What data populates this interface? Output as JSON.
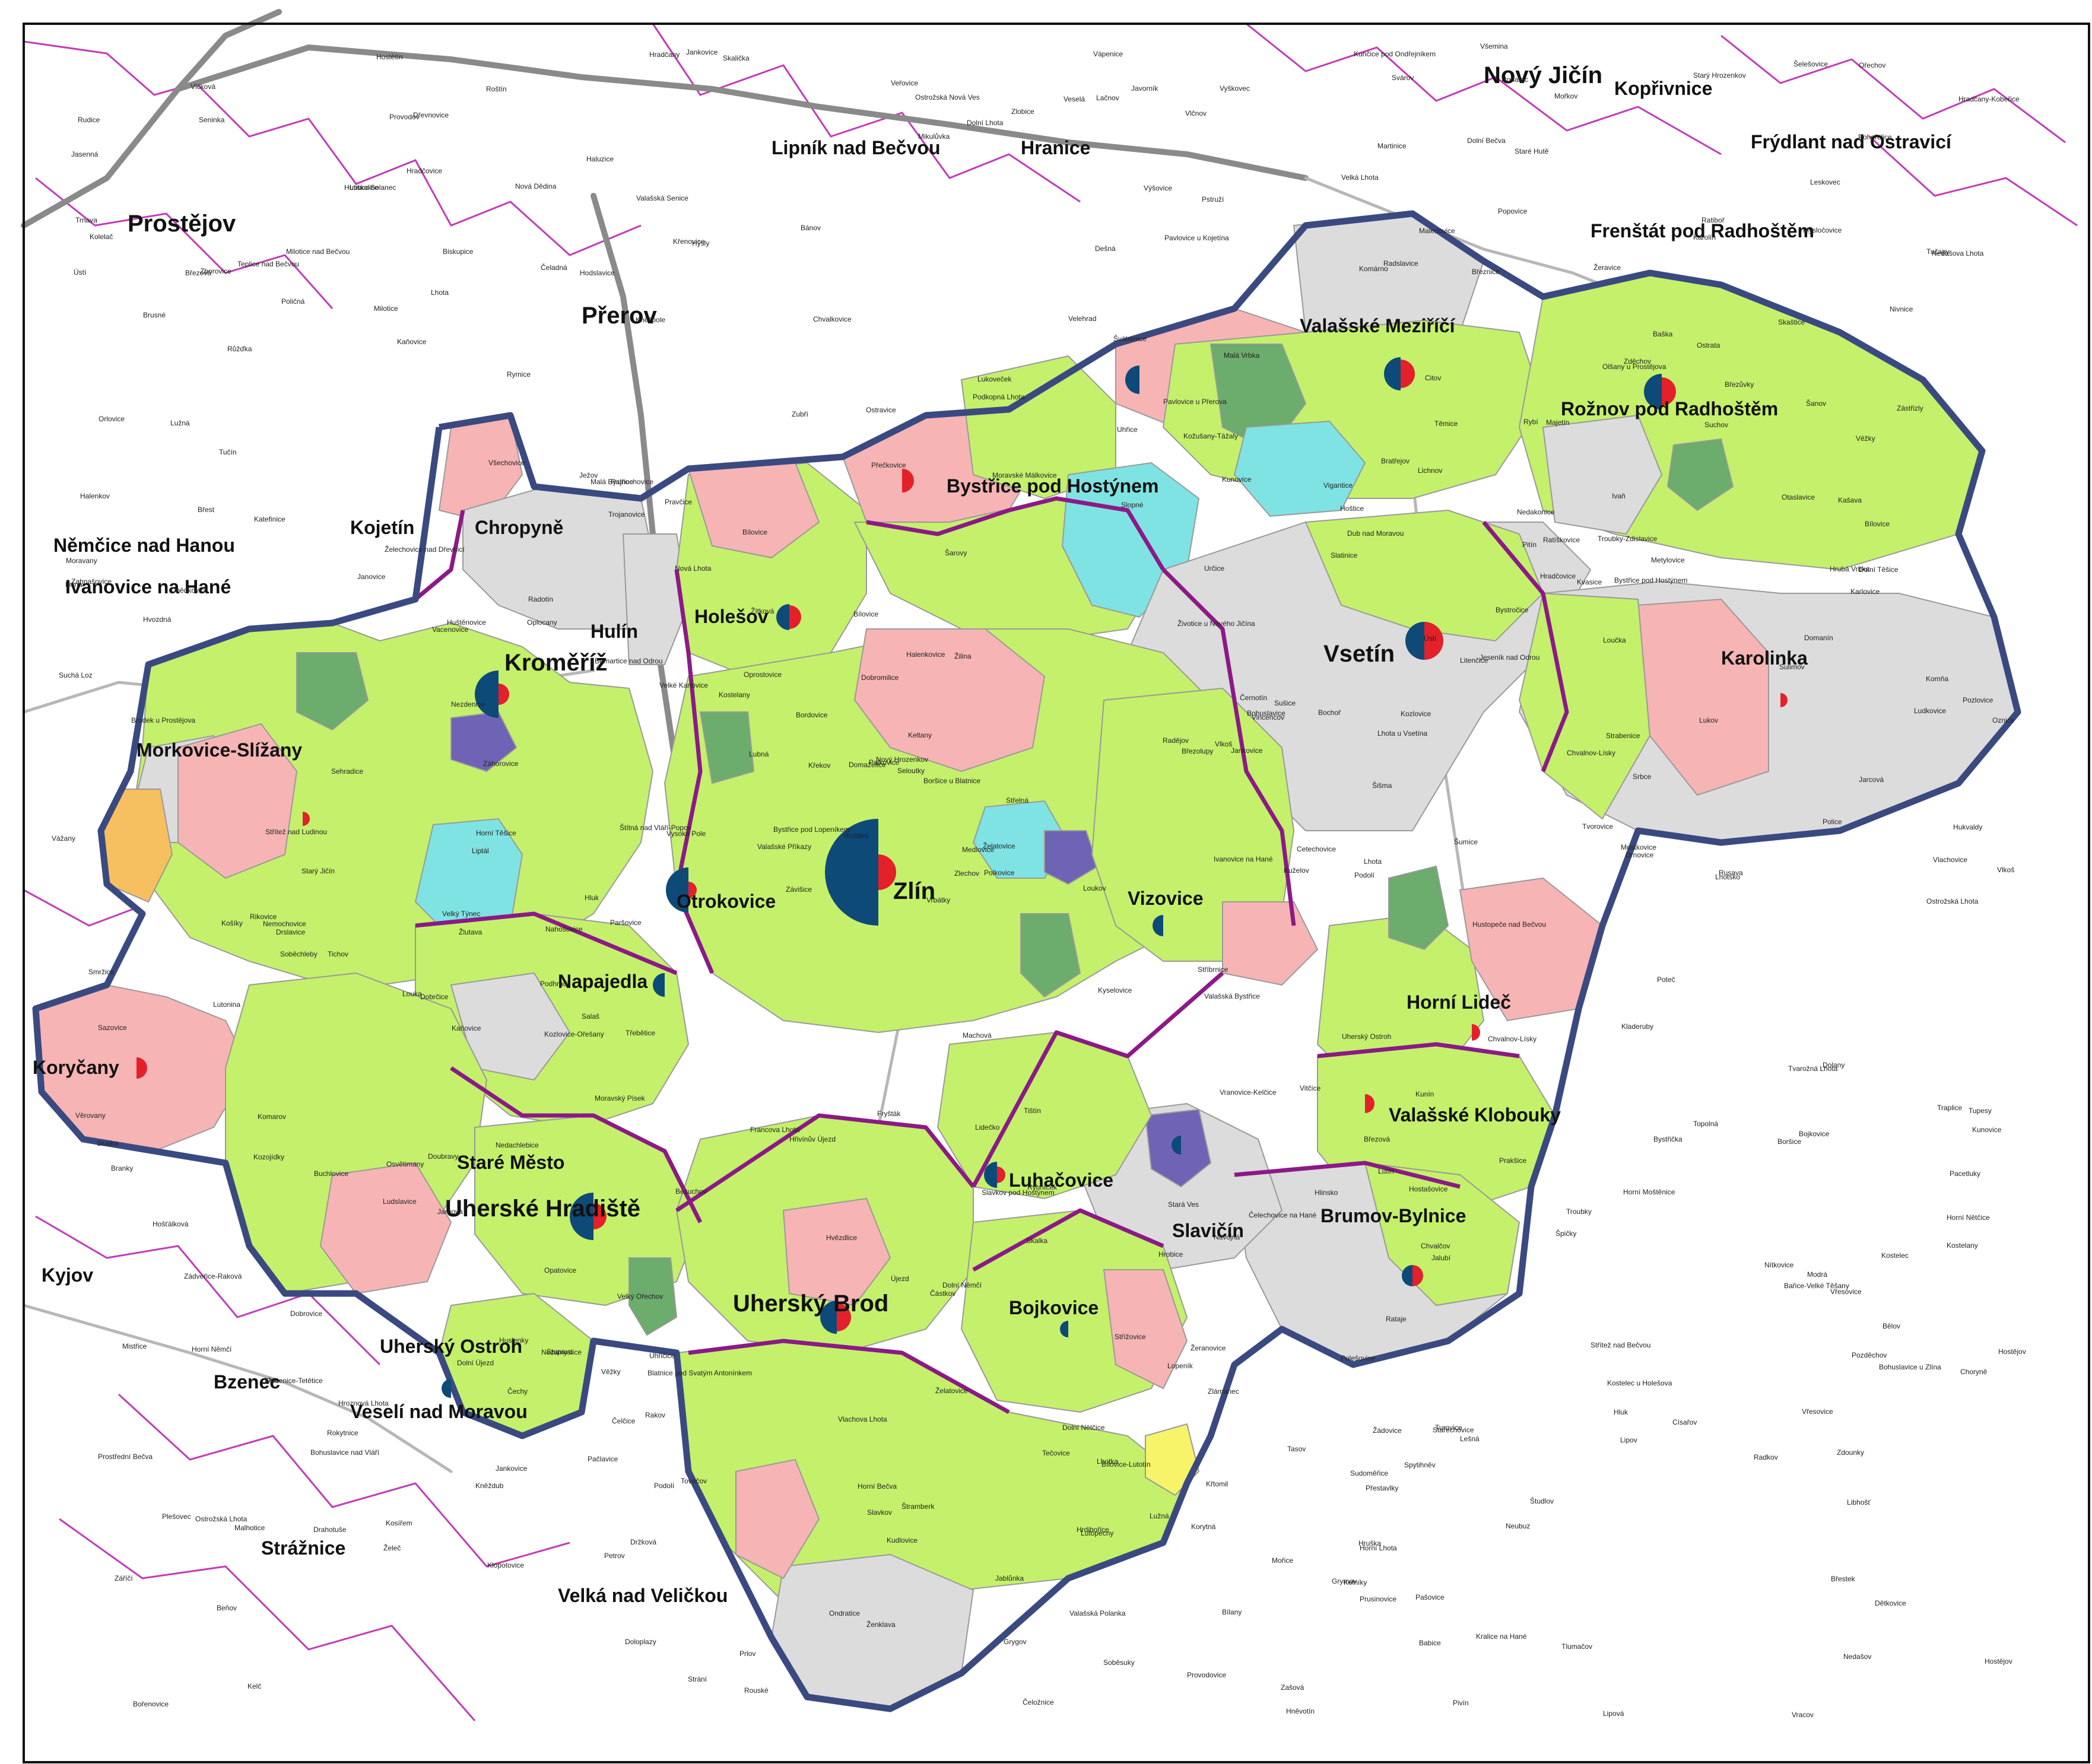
{
  "colors": {
    "green": "#c4f06b",
    "grey": "#dcdcdc",
    "pink": "#f7b4b4",
    "cyan": "#7fe3e3",
    "dark_green": "#6cac6c",
    "purple": "#6f63b5",
    "orange": "#f6bf60",
    "yellow": "#f7f46a",
    "symbol_blue": "#0d4a78",
    "symbol_red": "#e4202a",
    "orp_border": "#8b1a86",
    "kraj_border": "#3a4a80"
  },
  "labels": {
    "outside": [
      "Prostějov",
      "Přerov",
      "Lipník nad Bečvou",
      "Hranice",
      "Nový Jičín",
      "Kopřivnice",
      "Frýdlant nad Ostravicí",
      "Frenštát pod Radhoštěm",
      "Němčice nad Hanou",
      "Ivanovice na Hané",
      "Kojetín",
      "Kyjov",
      "Bzenec",
      "Veselí nad Moravou",
      "Strážnice",
      "Velká nad Veličkou"
    ],
    "inside": [
      "Kroměříž",
      "Chropyně",
      "Hulín",
      "Holešov",
      "Bystřice pod Hostýnem",
      "Valašské Meziříčí",
      "Rožnov pod Radhoštěm",
      "Vsetín",
      "Karolinka",
      "Morkovice-Slížany",
      "Otrokovice",
      "Zlín",
      "Vizovice",
      "Napajedla",
      "Koryčany",
      "Staré Město",
      "Uherské Hradiště",
      "Uherský Brod",
      "Luhačovice",
      "Slavičín",
      "Bojkovice",
      "Horní Lideč",
      "Valašské Klobouky",
      "Brumov-Bylnice",
      "Uherský Ostroh"
    ],
    "villages": [
      "Slatinice",
      "Hněvotín",
      "Lutín",
      "Kosířem",
      "Stařechovice",
      "Bystročice",
      "Olšany u Prostějova",
      "Kožušany-Tážaly",
      "Dolní Újezd",
      "Radkov",
      "Střítež nad Ludinou",
      "Jeseník nad Odrou",
      "Bernartice nad Odrou",
      "Libhošť",
      "Palkovice",
      "Baška",
      "Janovice",
      "Závišice",
      "Hukvaldy",
      "Rybí",
      "Štramberk",
      "Metylovice",
      "Lhotka",
      "Malenovice",
      "Pstruží",
      "Kozlovice",
      "Lichnov",
      "Bordovice",
      "Ženklava",
      "Veřovice",
      "Čeladná",
      "Kunčice pod Ondřejníkem",
      "Trojanovice",
      "Ostravice",
      "Mostkovice",
      "Bílovice-Lutotín",
      "Čelechovice na Hané",
      "Smržice",
      "Vrbátky",
      "Dub nad Moravou",
      "Grygov",
      "Velký Týnec",
      "Dolany",
      "Věrovany",
      "Bochoř",
      "Horní Moštěnice",
      "Věžky",
      "Vlkoš",
      "Dobrčice",
      "Přestavlky",
      "Stará Ves",
      "Beňov",
      "Tučín",
      "Želatovice",
      "Podolí",
      "Čechy",
      "Domaželice",
      "Lišná",
      "Turovice",
      "Lipová",
      "Křtomil",
      "Hradčany",
      "Nahošovice",
      "Hlinsko",
      "Lhota",
      "Grymov",
      "Radslavice",
      "Pavlovice u Přerova",
      "Šišma",
      "Bezuchov",
      "Oprostovice",
      "Radotín",
      "Soběchleby",
      "Horní Nětčice",
      "Dolní Nětčice",
      "Bystřice pod Hostýnem",
      "Želatovice",
      "Drahotuše",
      "Skalička",
      "Černotín",
      "Teplice nad Bečvou",
      "Milotice nad Bečvou",
      "Špičky",
      "Ústí",
      "Horní Těšice",
      "Dolní Těšice",
      "Malhotice",
      "Rouské",
      "Všechovice",
      "Provodovice",
      "Opatovice",
      "Rakov",
      "Paršovice",
      "Hustopeče nad Bečvou",
      "Hostašovice",
      "Hodslavice",
      "Mořkov",
      "Starý Jičín",
      "Žilina",
      "Kunín",
      "Životice u Nového Jičína",
      "Seloutky",
      "Určice",
      "Dětkovice",
      "Vincencov",
      "Otaslavice",
      "Brodek u Prostějova",
      "Ondratice",
      "Hradčany-Kobeřice",
      "Dobromilice",
      "Želeč",
      "Doloplazy",
      "Pivín",
      "Tvorovice",
      "Hruška",
      "Uhřičice",
      "Vranovice-Kelčice",
      "Výšovice",
      "Vřesovice",
      "Skalka",
      "Čelčice",
      "Kralice na Hané",
      "Hrdibořice",
      "Biskupice",
      "Klopotovice",
      "Ivaň",
      "Tovačov",
      "Troubky",
      "Citov",
      "Císařov",
      "Majetín",
      "Lobodice",
      "Oplocany",
      "Polkovice",
      "Obědkovice",
      "Mořice",
      "Dřevnovice",
      "Nezamyslice",
      "Tištín",
      "Pavlovice u Kojetína",
      "Srbce",
      "Vitčice",
      "Křenovice",
      "Stříbrnice",
      "Chvalnov-Lísky",
      "Bořenovice",
      "Kostelec u Holešova",
      "Rymice",
      "Prusinovice",
      "Roštění",
      "Pacetluky",
      "Slavkov pod Hostýnem",
      "Loukov",
      "Chvalčov",
      "Rajnochovice",
      "Brusné",
      "Rusava",
      "Jankovice",
      "Kelč",
      "Kladeruby",
      "Choryně",
      "Lešná",
      "Kunovice",
      "Komárno",
      "Loučka",
      "Podolí",
      "Police",
      "Branky",
      "Poličná",
      "Oznice",
      "Mikulůvka",
      "Jarcová",
      "Zašová",
      "Střítež nad Bečvou",
      "Zubří",
      "Dolní Bečva",
      "Prostřední Bečva",
      "Horní Bečva",
      "Vigantice",
      "Hutisko-Solanec",
      "Valašská Bystřice",
      "Velká Lhota",
      "Malá Bystřice",
      "Růžďka",
      "Katefinice",
      "Ratiboř",
      "Jablůnka",
      "Hošťálková",
      "Lhota u Vsetína",
      "Ústí",
      "Jarnova",
      "Bystřička",
      "Liptál",
      "Huslenky",
      "Halenkov",
      "Velké Karlovice",
      "Nový Hrozenkov",
      "Seninka",
      "Leskovec",
      "Valašská Polanka",
      "Zděchov",
      "Lužná",
      "Pozděchov",
      "Prlov",
      "Valašská Senice",
      "Francova Lhota",
      "Střelná",
      "Lidečko",
      "Lačnov",
      "Lužná",
      "Študlov",
      "Valašské Příkazy",
      "Tichov",
      "Vysoké Pole",
      "Drnovice",
      "Vlachova Lhota",
      "Vlachovice",
      "Křekov",
      "Poteč",
      "Nedašov",
      "Nedašova Lhota",
      "Návojná",
      "Štítná nad Vláří-Popov",
      "Bohuslavice nad Vláří",
      "Haluzice",
      "Rokytnice",
      "Hostětín",
      "Pitín",
      "Šanov",
      "Komňa",
      "Záhorovice",
      "Nezdenice",
      "Šumice",
      "Prakšice",
      "Pašovice",
      "Hradčovice",
      "Popovice",
      "Kunovice",
      "Ostrožská Nová Ves",
      "Ostrožská Lhota",
      "Hluk",
      "Dolní Němčí",
      "Vlčnov",
      "Nivnice",
      "Suchá Loz",
      "Bánov",
      "Bystřice pod Lopeníkem",
      "Lopeník",
      "Vápenice",
      "Starý Hrozenkov",
      "Vyškovec",
      "Žítková",
      "Březová",
      "Strání",
      "Korytná",
      "Slavkov",
      "Horní Němčí",
      "Boršice u Blatnice",
      "Blatnice pod Svatým Antonínkem",
      "Hrubá Vrbka",
      "Malá Vrbka",
      "Kuželov",
      "Javorník",
      "Nová Lhota",
      "Suchov",
      "Louka",
      "Lipov",
      "Tasov",
      "Hroznová Lhota",
      "Kozojídky",
      "Žeravice",
      "Radějov",
      "Tvarožná Lhota",
      "Kněždub",
      "Petrov",
      "Sudoměřice",
      "Rohatec",
      "Vracov",
      "Ratíškovice",
      "Milotice",
      "Vacenovice",
      "Domanín",
      "Těmice",
      "Moravský Písek",
      "Vlkoš",
      "Keltany",
      "Ježov",
      "Kostelec",
      "Hýsly",
      "Žádovice",
      "Skalka",
      "Moravany",
      "Čeložnice",
      "Vřesovice",
      "Osvětimany",
      "Medlovice",
      "Hostějov",
      "Ořechov",
      "Tučapy",
      "Polešovice",
      "Boršice",
      "Bílovice",
      "Traplice",
      "Jalubí",
      "Huštěnovice",
      "Babice",
      "Sušice",
      "Kudlovice",
      "Modrá",
      "Velehrad",
      "Tupesy",
      "Zlechov",
      "Buchlovice",
      "Břestek",
      "Stupava",
      "Staré Hutě",
      "Salaš",
      "Jankovice",
      "Košíky",
      "Halenkovice",
      "Žlutava",
      "Pohořelice",
      "Spytihněv",
      "Komarov",
      "Bělov",
      "Kvasice",
      "Kostelany",
      "Lubná",
      "Karolín",
      "Věžky",
      "Bařice-Velké Těšany",
      "Střížovice",
      "Soběsuky",
      "Sulimov",
      "Nová Dědina",
      "Zborovice",
      "Troubky-Zdislavice",
      "Litenčice",
      "Hoštice",
      "Chvalnov-Lísky",
      "Zástřizly",
      "Cetechovice",
      "Roštín",
      "Kostelany",
      "Strabenice",
      "Zdounky",
      "Nítkovice",
      "Lutopecny",
      "Rataje",
      "Šelešovice",
      "Vážany",
      "Zlobice",
      "Uhřice",
      "Počenice-Tetětice",
      "Pačlavice",
      "Nemochovice",
      "Chvalkovice",
      "Hvězdlice",
      "Orlovice",
      "Moravské Málkovice",
      "Rybníček",
      "Švábenice",
      "Kozlovice-Ořešany",
      "Ivanovice na Hané",
      "Pravčice",
      "Třebětice",
      "Skaštice",
      "Bílany",
      "Kyselovice",
      "Rikovice",
      "Záříčí",
      "Břest",
      "Plešovec",
      "Zahnašovice",
      "Martinice",
      "Žeranovice",
      "Ludslavice",
      "Mysločovice",
      "Machová",
      "Sazovice",
      "Tečovice",
      "Březnice",
      "Hvozdná",
      "Ostrata",
      "Hrobice",
      "Březová",
      "Neubuz",
      "Veselá",
      "Dešná",
      "Trnava",
      "Podkopná Lhota",
      "Všemina",
      "Jasenná",
      "Lutonina",
      "Újezd",
      "Lhotsko",
      "Bratřejov",
      "Zádveřice-Raková",
      "Želechovice nad Dřevnicí",
      "Lípa",
      "Kašava",
      "Vlčková",
      "Držková",
      "Lukoveček",
      "Fryšták",
      "Lukov",
      "Ludkovice",
      "Slopné",
      "Sehradice",
      "Dolní Lhota",
      "Horní Lhota",
      "Podhradí",
      "Pozlovice",
      "Velký Ořechov",
      "Kaňovice",
      "Hřivínův Újezd",
      "Doubravy",
      "Březůvky",
      "Provodov",
      "Šarovy",
      "Bohuslavice u Zlína",
      "Karlovice",
      "Lhota",
      "Tlumačov",
      "Topolná",
      "Nedachlebice",
      "Částkov",
      "Svárov",
      "Zlámanec",
      "Březolupy",
      "Bílovice",
      "Kněžpole",
      "Mistřice",
      "Dobrovice",
      "Kelníky",
      "Bohuslavice",
      "Kolelač",
      "Kaňovice",
      "Drslavice",
      "Bílovice",
      "Nedakonice",
      "Uherský Ostroh",
      "Hradčovice",
      "Hluk",
      "Ostrožská Lhota",
      "Jankovice",
      "Rudice",
      "Bojkovice",
      "Přečkovice",
      "Hostějov"
    ]
  },
  "legend_note": ""
}
